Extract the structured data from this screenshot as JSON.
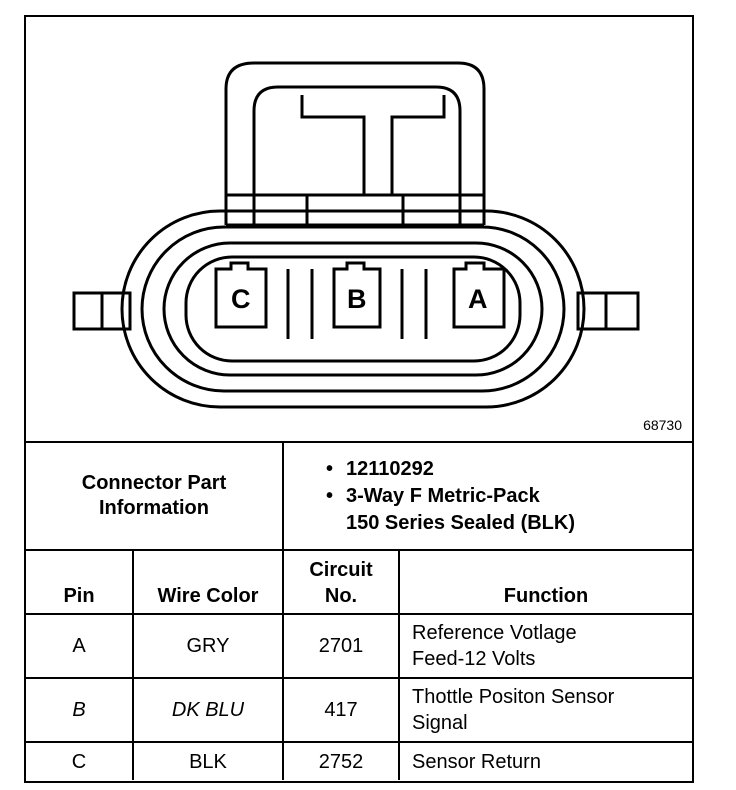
{
  "figure_number": "68730",
  "connector": {
    "pins_shown": [
      "C",
      "B",
      "A"
    ]
  },
  "part_info": {
    "label_line1": "Connector Part",
    "label_line2": "Information",
    "part_number": "12110292",
    "description_line1": "3-Way F Metric-Pack",
    "description_line2": "150 Series Sealed (BLK)",
    "bullet": "•"
  },
  "columns": {
    "pin": "Pin",
    "wire_color": "Wire Color",
    "circuit_line1": "Circuit",
    "circuit_line2": "No.",
    "function": "Function"
  },
  "rows": [
    {
      "pin": "A",
      "wire_color": "GRY",
      "circuit": "2701",
      "function_line1": "Reference Votlage",
      "function_line2": "Feed-12 Volts"
    },
    {
      "pin": "B",
      "wire_color": "DK BLU",
      "circuit": "417",
      "function_line1": "Thottle Positon Sensor",
      "function_line2": "Signal"
    },
    {
      "pin": "C",
      "wire_color": "BLK",
      "circuit": "2752",
      "function_line1": "Sensor Return",
      "function_line2": ""
    }
  ]
}
